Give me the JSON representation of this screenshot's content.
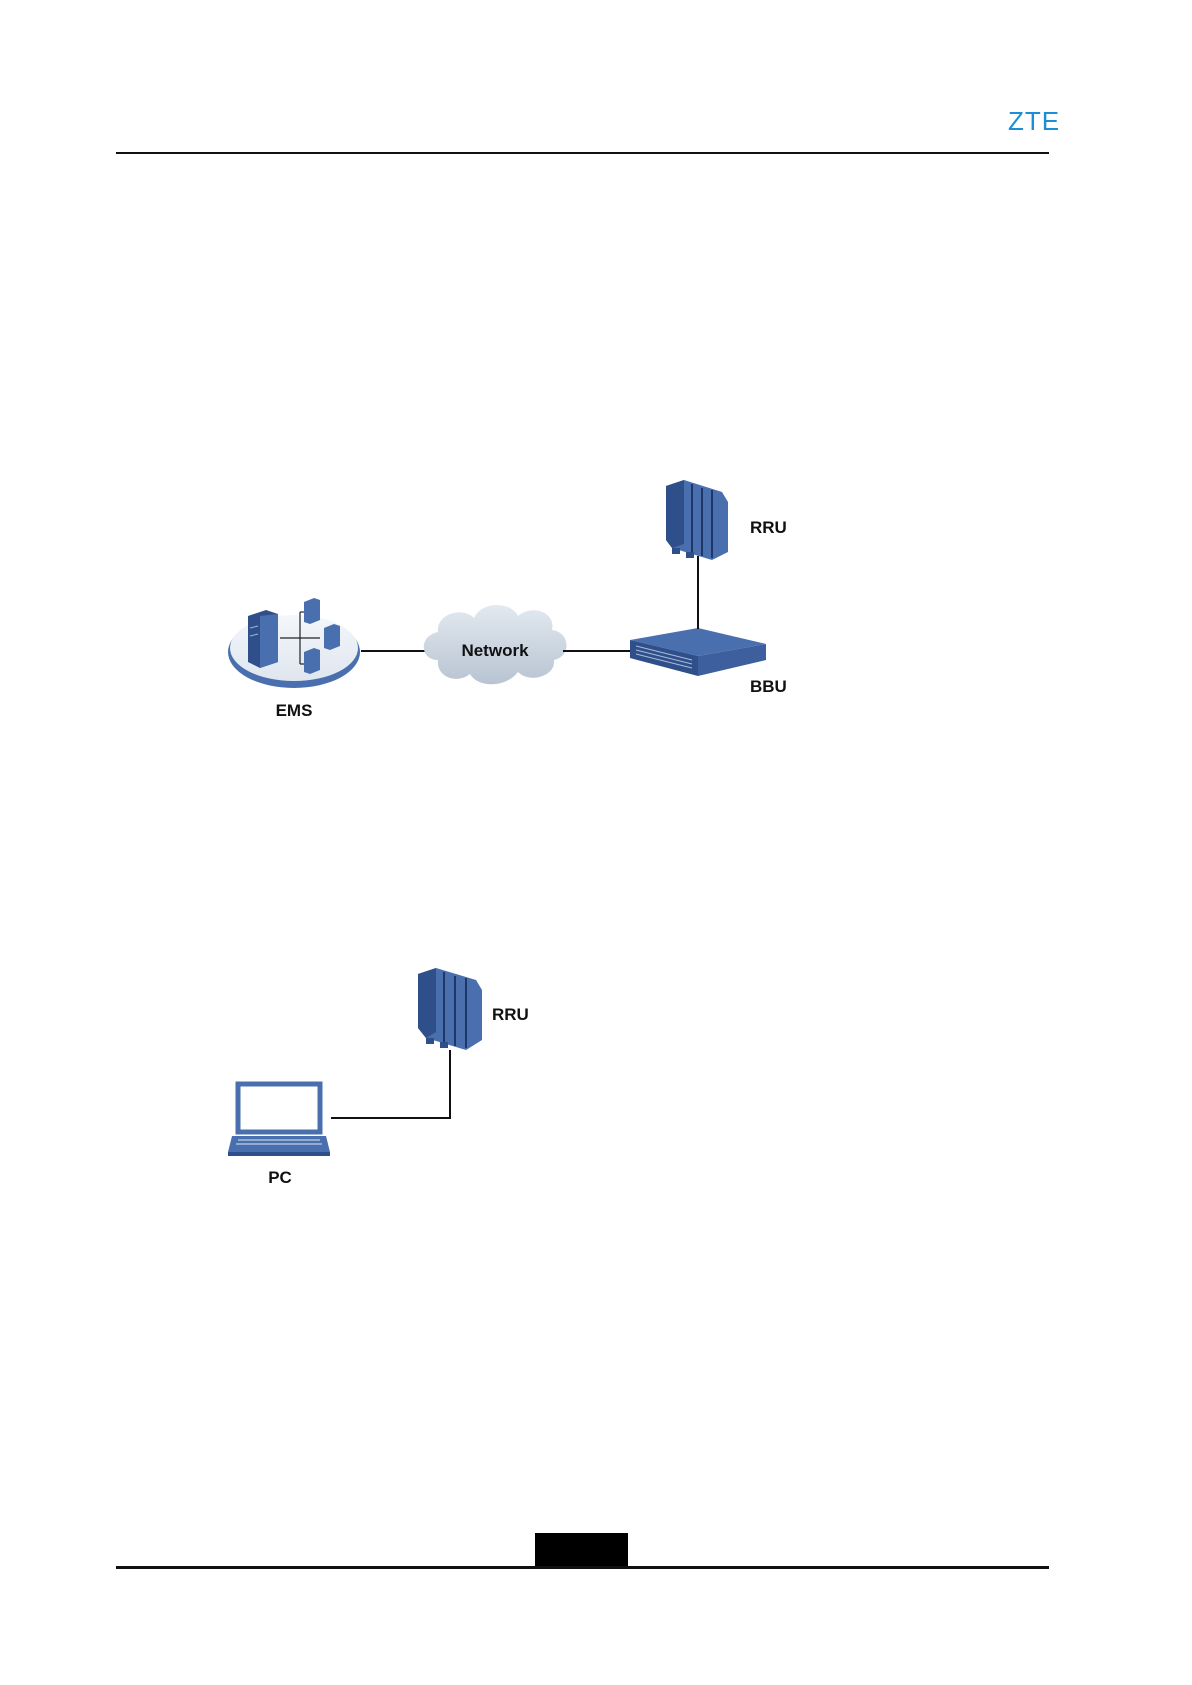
{
  "header": {
    "logo": "ZTE"
  },
  "figure1": {
    "ems_label": "EMS",
    "network_label": "Network",
    "bbu_label": "BBU",
    "rru_label": "RRU"
  },
  "figure2": {
    "pc_label": "PC",
    "rru_label": "RRU"
  },
  "colors": {
    "device_blue": "#4a6fae",
    "device_dark": "#2f4f8a",
    "cloud": "#c9d3de",
    "logo": "#1a8fd6"
  }
}
